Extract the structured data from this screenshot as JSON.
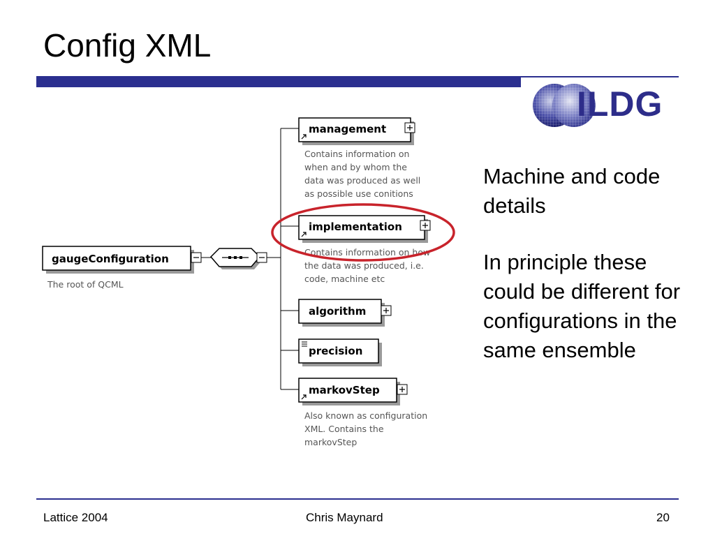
{
  "slide": {
    "title": "Config XML",
    "logo_text": "ILDG"
  },
  "diagram": {
    "root": {
      "label": "gaugeConfiguration",
      "desc": "The root of QCML"
    },
    "children": [
      {
        "label": "management",
        "desc": [
          "Contains information on",
          "when and by whom the",
          "data was produced as well",
          "as possible use conitions"
        ]
      },
      {
        "label": "implementation",
        "desc": [
          "Contains information on how",
          "the data was produced, i.e.",
          "code, machine etc"
        ]
      },
      {
        "label": "algorithm"
      },
      {
        "label": "precision"
      },
      {
        "label": "markovStep",
        "desc": [
          "Also known as configuration",
          "XML. Contains the",
          "markovStep"
        ]
      }
    ],
    "highlight_color": "#c8232b"
  },
  "side": {
    "paragraph1": "Machine and code details",
    "paragraph2": "In principle these could be different for configurations in the same ensemble"
  },
  "footer": {
    "left": "Lattice 2004",
    "center": "Chris Maynard",
    "right": "20"
  },
  "colors": {
    "accent": "#2b2f8f"
  }
}
